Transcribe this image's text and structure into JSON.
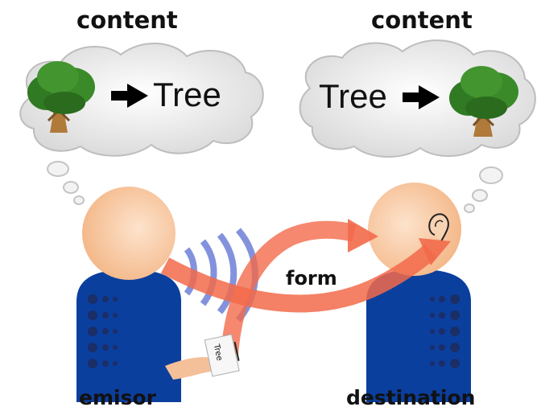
{
  "left": {
    "heading": "content",
    "word": "Tree",
    "person_label": "emisor"
  },
  "right": {
    "heading": "content",
    "word": "Tree",
    "person_label": "destination"
  },
  "center_label": "form",
  "paper_text": "Tree",
  "colors": {
    "cloud": "#efefef",
    "head": "#f7c9a2",
    "body": "#0b3f9e",
    "arrow": "#f26a4a",
    "wave": "#5a6ed0",
    "tree_leaf": "#2f7a22",
    "trunk": "#b07a3a"
  }
}
